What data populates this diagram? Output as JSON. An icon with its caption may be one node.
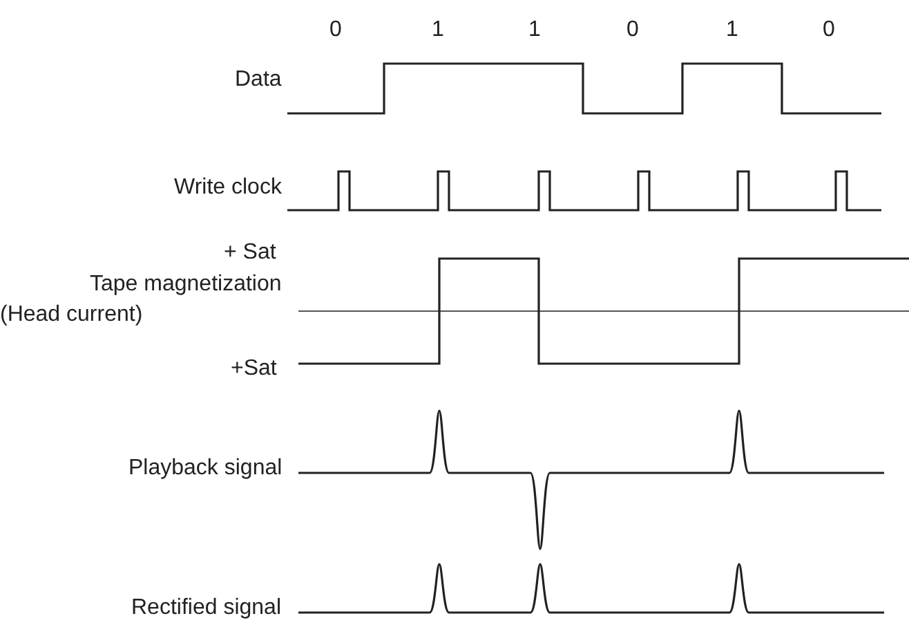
{
  "diagram": {
    "labels": [
      "0",
      "1",
      "1",
      "0",
      "1",
      "0",
      "Data",
      "Write clock",
      "+ Sat",
      "Tape magnetization",
      "(Head current)",
      "+Sat",
      "Playback signal",
      "Rectified signal"
    ]
  }
}
